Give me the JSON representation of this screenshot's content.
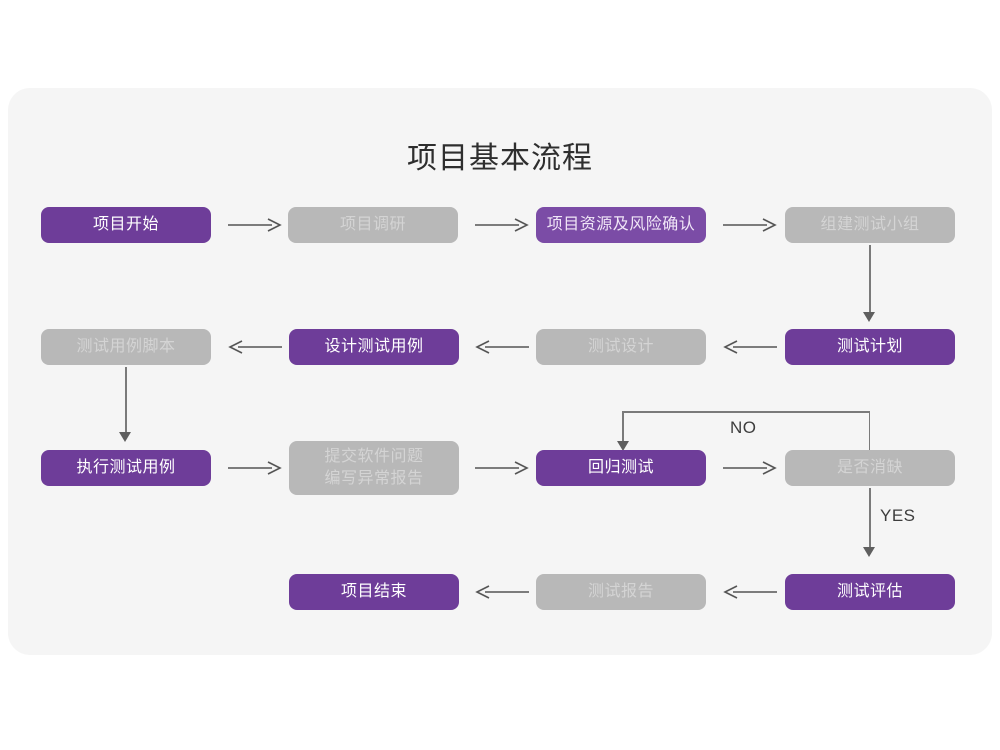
{
  "card": {
    "background": "#f5f5f5",
    "page_background": "#ffffff"
  },
  "header": {
    "title": "项目基本流程"
  },
  "palette": {
    "purple": "#6e3d99",
    "purple_light": "#7b4ca6",
    "gray": "#b8b8b8",
    "gray_text": "#d4d4d4",
    "line": "#7a7a7a",
    "title_text": "#2e2e2e"
  },
  "flow": {
    "rows": [
      {
        "row_name": "row-1-kickoff",
        "nodes": [
          {
            "id": "project-start",
            "label": "项目开始",
            "style": "purple"
          },
          {
            "id": "project-research",
            "label": "项目调研",
            "style": "gray"
          },
          {
            "id": "resource-risk-confirm",
            "label": "项目资源及风险确认",
            "style": "purple-light"
          },
          {
            "id": "build-test-team",
            "label": "组建测试小组",
            "style": "gray"
          }
        ]
      },
      {
        "row_name": "row-2-design",
        "nodes": [
          {
            "id": "test-case-script",
            "label": "测试用例脚本",
            "style": "gray"
          },
          {
            "id": "design-test-case",
            "label": "设计测试用例",
            "style": "purple"
          },
          {
            "id": "test-design",
            "label": "测试设计",
            "style": "gray"
          },
          {
            "id": "test-plan",
            "label": "测试计划",
            "style": "purple"
          }
        ]
      },
      {
        "row_name": "row-3-execute",
        "nodes": [
          {
            "id": "execute-test-case",
            "label": "执行测试用例",
            "style": "purple"
          },
          {
            "id": "submit-defect-report",
            "label": "提交软件问题\n编写异常报告",
            "label_line1": "提交软件问题",
            "label_line2": "编写异常报告",
            "style": "gray"
          },
          {
            "id": "regression-test",
            "label": "回归测试",
            "style": "purple"
          },
          {
            "id": "defect-cleared",
            "label": "是否消缺",
            "style": "gray"
          }
        ]
      },
      {
        "row_name": "row-4-closeout",
        "nodes": [
          {
            "id": "project-end",
            "label": "项目结束",
            "style": "purple"
          },
          {
            "id": "test-report",
            "label": "测试报告",
            "style": "gray"
          },
          {
            "id": "test-evaluation",
            "label": "测试评估",
            "style": "purple"
          }
        ]
      }
    ],
    "edge_labels": {
      "no_branch": "NO",
      "yes_branch": "YES"
    },
    "arrow_glyphs": {
      "right": "⟶",
      "left": "⟵"
    }
  }
}
